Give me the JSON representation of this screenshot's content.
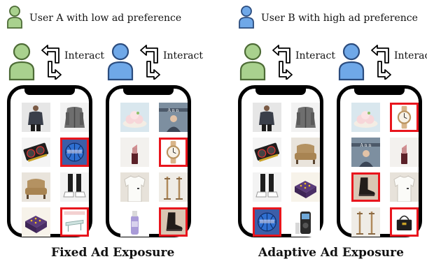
{
  "legend": {
    "user_a": "User A with low ad preference",
    "user_b": "User B with high ad preference"
  },
  "interact_label": "Interact",
  "colors": {
    "user_a_fill": "#a9d18e",
    "user_b_fill": "#6fa8e8",
    "ad_border": "#e8151d"
  },
  "panels": [
    {
      "caption": "Fixed Ad Exposure",
      "phones": [
        {
          "user": "A",
          "items": [
            {
              "icon": "jacket-man-photo",
              "ad": false
            },
            {
              "icon": "grey-jacket-photo",
              "ad": false
            },
            {
              "icon": "graphics-card-photo",
              "ad": false
            },
            {
              "icon": "basketball-photo",
              "ad": true
            },
            {
              "icon": "armchair-photo",
              "ad": false
            },
            {
              "icon": "sneakers-legs-photo",
              "ad": false
            },
            {
              "icon": "purple-box-photo",
              "ad": false
            },
            {
              "icon": "glass-table-photo",
              "ad": true
            }
          ]
        },
        {
          "user": "B",
          "items": [
            {
              "icon": "dessert-plate-photo",
              "ad": false
            },
            {
              "icon": "magazine-cover-photo",
              "ad": false
            },
            {
              "icon": "lipstick-photo",
              "ad": false
            },
            {
              "icon": "wristwatch-photo",
              "ad": true
            },
            {
              "icon": "white-shirt-photo",
              "ad": false
            },
            {
              "icon": "coat-rack-photo",
              "ad": false
            },
            {
              "icon": "spray-bottle-photo",
              "ad": false
            },
            {
              "icon": "boot-photo",
              "ad": true
            }
          ]
        }
      ]
    },
    {
      "caption": "Adaptive Ad Exposure",
      "phones": [
        {
          "user": "A",
          "items": [
            {
              "icon": "jacket-man-photo",
              "ad": false
            },
            {
              "icon": "grey-jacket-photo",
              "ad": false
            },
            {
              "icon": "graphics-card-photo",
              "ad": false
            },
            {
              "icon": "armchair-photo",
              "ad": false
            },
            {
              "icon": "sneakers-legs-photo",
              "ad": false
            },
            {
              "icon": "purple-box-photo",
              "ad": false
            },
            {
              "icon": "basketball-photo",
              "ad": true
            },
            {
              "icon": "appliance-photo",
              "ad": false
            }
          ]
        },
        {
          "user": "B",
          "items": [
            {
              "icon": "dessert-plate-photo",
              "ad": false
            },
            {
              "icon": "wristwatch-photo",
              "ad": true
            },
            {
              "icon": "magazine-cover-photo",
              "ad": false
            },
            {
              "icon": "lipstick-photo",
              "ad": false
            },
            {
              "icon": "boot-photo",
              "ad": true
            },
            {
              "icon": "white-shirt-photo",
              "ad": false
            },
            {
              "icon": "coat-rack-photo",
              "ad": false
            },
            {
              "icon": "handbag-photo",
              "ad": true
            }
          ]
        }
      ]
    }
  ]
}
